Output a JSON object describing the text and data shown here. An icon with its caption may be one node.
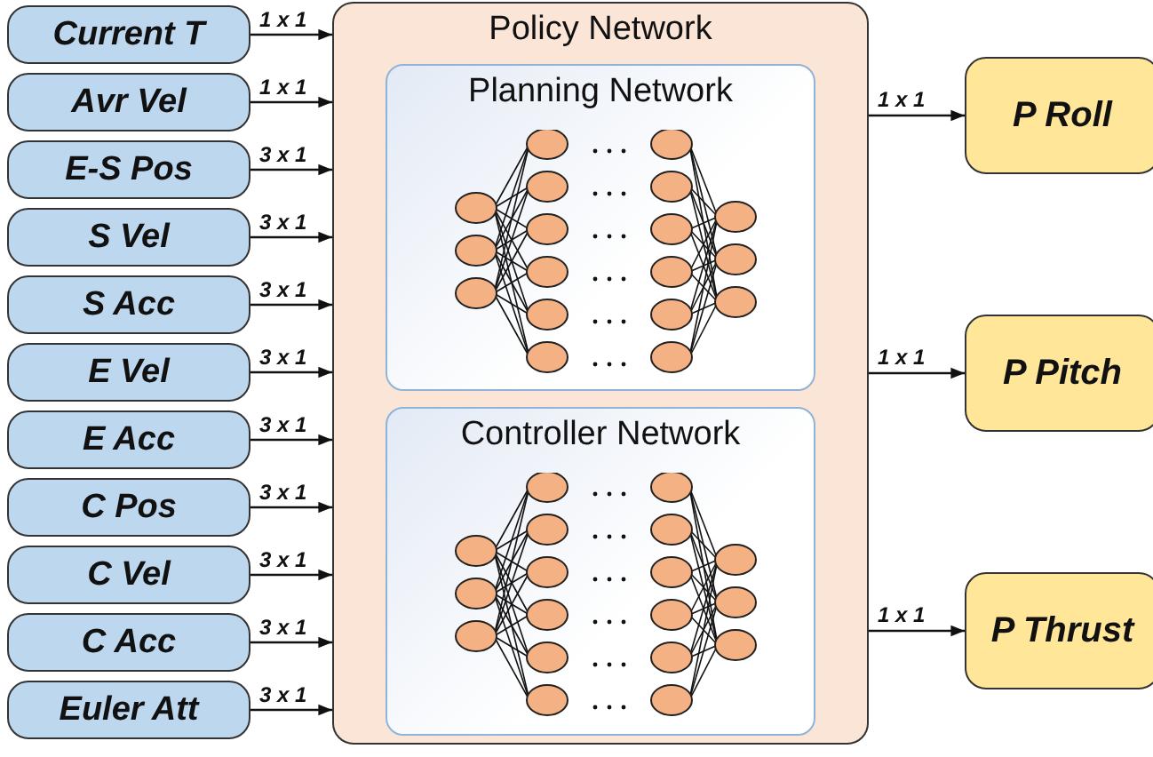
{
  "diagram": {
    "nodes": [
      {
        "text": [
          "Current T"
        ]
      },
      {
        "text": [
          "Avr Vel"
        ]
      },
      {
        "text": [
          "E-S Pos"
        ]
      },
      {
        "text": [
          "S Vel"
        ]
      },
      {
        "text": [
          "S Acc"
        ]
      },
      {
        "text": [
          "E Vel"
        ]
      },
      {
        "text": [
          "E Acc"
        ]
      },
      {
        "text": [
          "C Pos"
        ]
      },
      {
        "text": [
          "C Vel"
        ]
      },
      {
        "text": [
          "C Acc"
        ]
      },
      {
        "text": [
          "Euler Att"
        ]
      },
      {
        "text": [
          "Policy Network"
        ]
      },
      {
        "text": [
          "Planning Network"
        ],
        "in": 11
      },
      {
        "text": [
          "Controller Network"
        ],
        "in": 11
      },
      {
        "text": [
          "P Roll"
        ]
      },
      {
        "text": [
          "P Pitch"
        ]
      },
      {
        "text": [
          "P Thrust"
        ]
      }
    ],
    "edges": [
      {
        "from": 0,
        "to": 11,
        "arrow": "to",
        "label": "1 x 1"
      },
      {
        "from": 1,
        "to": 11,
        "arrow": "to",
        "label": "1 x 1"
      },
      {
        "from": 2,
        "to": 11,
        "arrow": "to",
        "label": "3 x 1"
      },
      {
        "from": 3,
        "to": 11,
        "arrow": "to",
        "label": "3 x 1"
      },
      {
        "from": 4,
        "to": 11,
        "arrow": "to",
        "label": "3 x 1"
      },
      {
        "from": 5,
        "to": 11,
        "arrow": "to",
        "label": "3 x 1"
      },
      {
        "from": 6,
        "to": 11,
        "arrow": "to",
        "label": "3 x 1"
      },
      {
        "from": 7,
        "to": 11,
        "arrow": "to",
        "label": "3 x 1"
      },
      {
        "from": 8,
        "to": 11,
        "arrow": "to",
        "label": "3 x 1"
      },
      {
        "from": 9,
        "to": 11,
        "arrow": "to",
        "label": "3 x 1"
      },
      {
        "from": 10,
        "to": 11,
        "arrow": "to",
        "label": "3 x 1"
      },
      {
        "from": 11,
        "to": 14,
        "arrow": "to",
        "label": "1 x 1"
      },
      {
        "from": 11,
        "to": 15,
        "arrow": "to",
        "label": "1 x 1"
      },
      {
        "from": 11,
        "to": 16,
        "arrow": "to",
        "label": "1 x 1"
      }
    ]
  }
}
